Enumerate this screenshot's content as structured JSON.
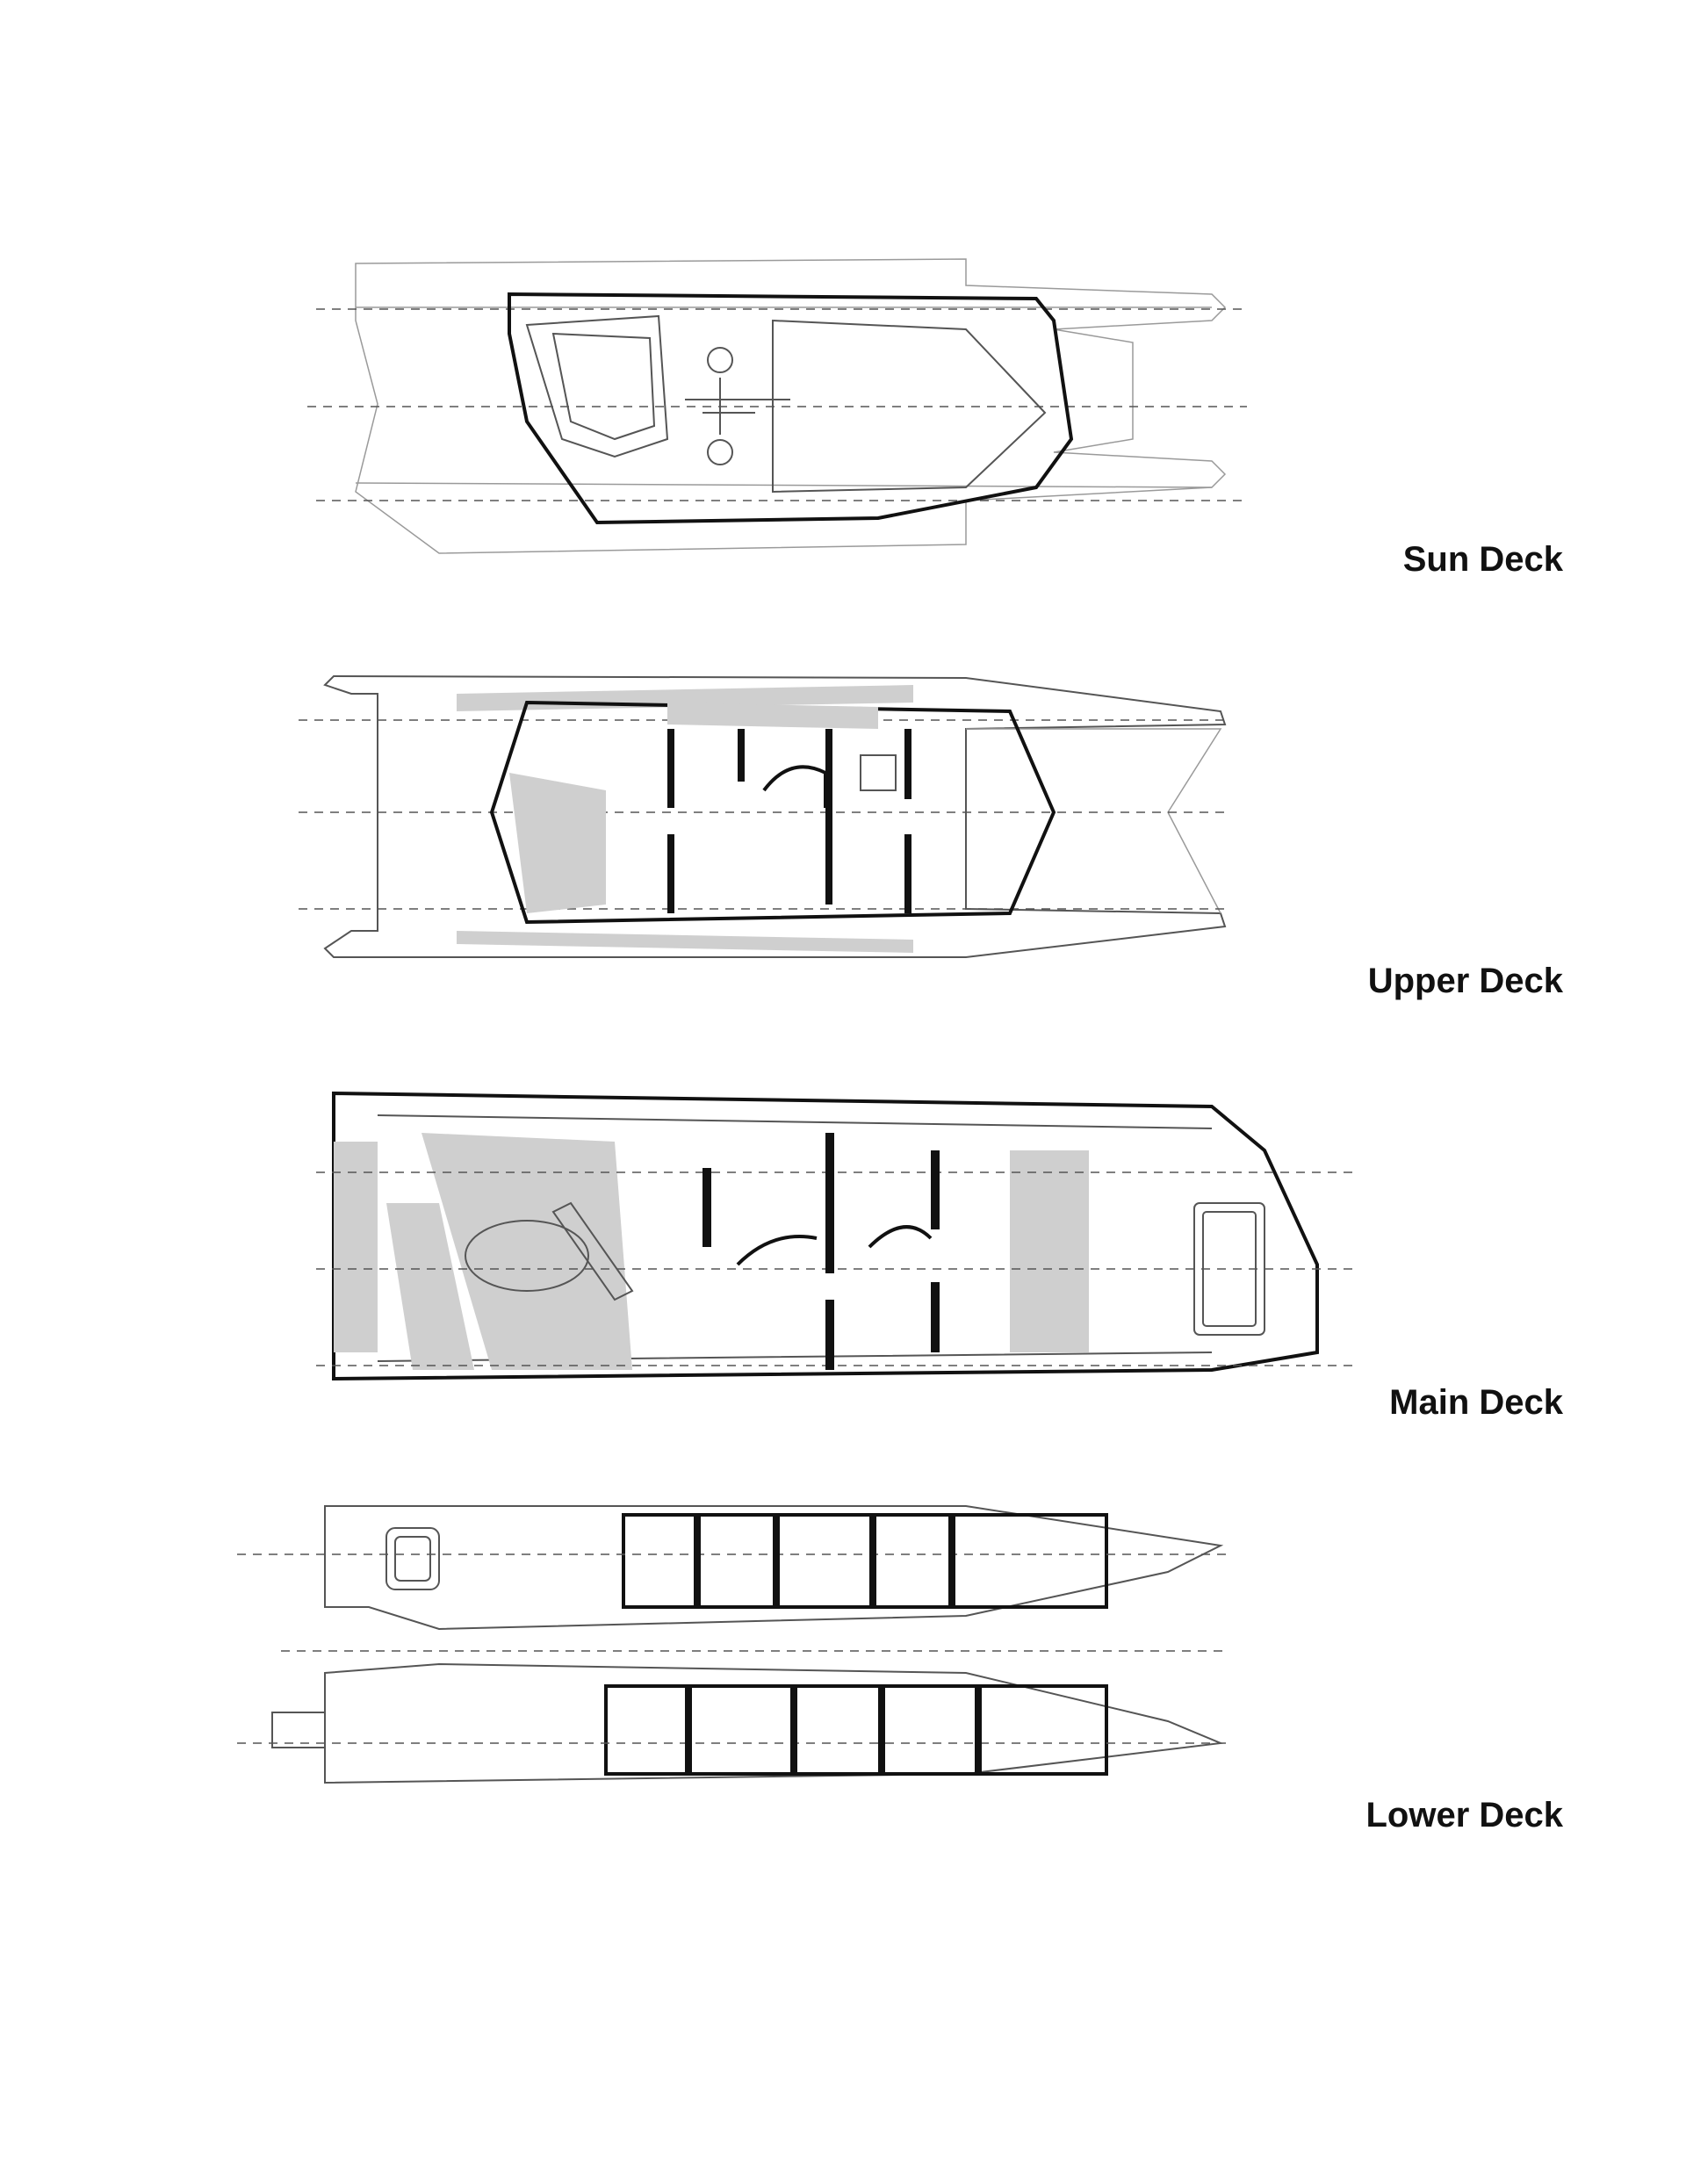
{
  "deck_labels": {
    "sun": "Sun Deck",
    "upper": "Upper Deck",
    "main": "Main Deck",
    "lower": "Lower Deck"
  },
  "colors": {
    "background": "#ffffff",
    "linework": "#111111",
    "light_linework": "#9a9a9a",
    "hatching": "#cfcfcf"
  }
}
